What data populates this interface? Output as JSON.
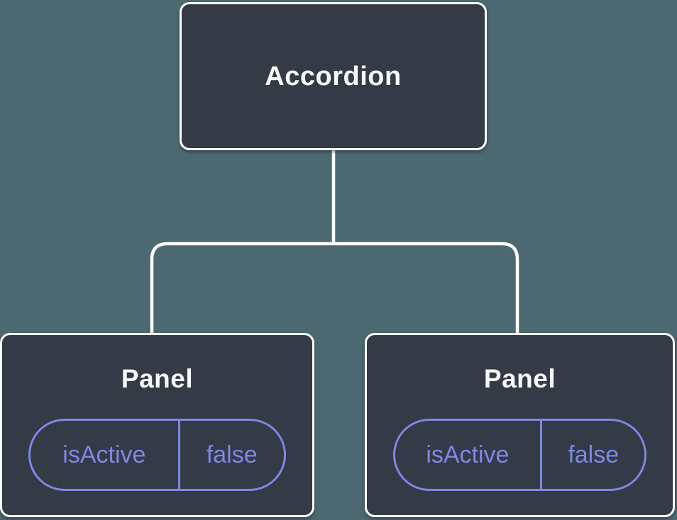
{
  "colors": {
    "background": "#4C6870",
    "node_fill": "#343A46",
    "node_border": "#FFFFFF",
    "connector": "#FFFFFF",
    "accent_purple": "#7F87E6",
    "title_text": "#F7F8FA"
  },
  "tree": {
    "root": {
      "label": "Accordion"
    },
    "children": [
      {
        "label": "Panel",
        "props": [
          {
            "name": "isActive",
            "value": "false"
          }
        ]
      },
      {
        "label": "Panel",
        "props": [
          {
            "name": "isActive",
            "value": "false"
          }
        ]
      }
    ]
  }
}
